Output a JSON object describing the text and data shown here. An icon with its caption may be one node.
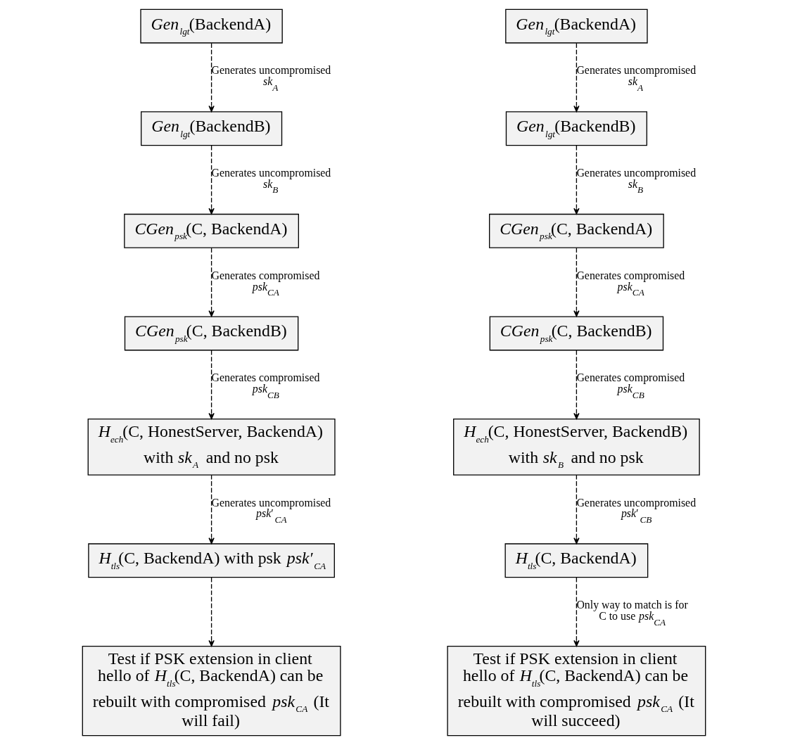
{
  "diagram": {
    "nodes": [
      {
        "text": [
          "*Gen*$_{lgt}$(BackendA)"
        ]
      },
      {
        "text": [
          "*Gen*$_{lgt}$(BackendB)"
        ]
      },
      {
        "text": [
          "*CGen*$_{psk}$(C, BackendA)"
        ]
      },
      {
        "text": [
          "*CGen*$_{psk}$(C, BackendB)"
        ]
      },
      {
        "text": [
          "*H*$_{ech}$(C, HonestServer, BackendA) with *sk*$_{A}$ and no psk"
        ]
      },
      {
        "text": [
          "*H*$_{tls}$(C, BackendA) with psk *psk*′$_{CA}$"
        ]
      },
      {
        "text": [
          "Test if PSK extension in client hello of *H*$_{tls}$(C, BackendA) can be rebuilt with compromised *psk*$_{CA}$ (It will fail)"
        ]
      },
      {
        "text": [
          "*Gen*$_{lgt}$(BackendA)"
        ]
      },
      {
        "text": [
          "*Gen*$_{lgt}$(BackendB)"
        ]
      },
      {
        "text": [
          "*CGen*$_{psk}$(C, BackendA)"
        ]
      },
      {
        "text": [
          "*CGen*$_{psk}$(C, BackendB)"
        ]
      },
      {
        "text": [
          "*H*$_{ech}$(C, HonestServer, BackendB) with *sk*$_{B}$ and no psk"
        ]
      },
      {
        "text": [
          "*H*$_{tls}$(C, BackendA)"
        ]
      },
      {
        "text": [
          "Test if PSK extension in client hello of *H*$_{tls}$(C, BackendA) can be rebuilt with compromised *psk*$_{CA}$ (It will succeed)"
        ]
      }
    ],
    "edges": [
      {
        "from": 0,
        "to": 1,
        "arrow": "to",
        "style": "dashed",
        "label": "Generates uncompromised *sk*$_{A}$"
      },
      {
        "from": 1,
        "to": 2,
        "arrow": "to",
        "style": "dashed",
        "label": "Generates uncompromised *sk*$_{B}$"
      },
      {
        "from": 2,
        "to": 3,
        "arrow": "to",
        "style": "dashed",
        "label": "Generates compromised *psk*$_{CA}$"
      },
      {
        "from": 3,
        "to": 4,
        "arrow": "to",
        "style": "dashed",
        "label": "Generates compromised *psk*$_{CB}$"
      },
      {
        "from": 4,
        "to": 5,
        "arrow": "to",
        "style": "dashed",
        "label": "Generates uncompromised *psk*′$_{CA}$"
      },
      {
        "from": 5,
        "to": 6,
        "arrow": "to",
        "style": "dashed"
      },
      {
        "from": 7,
        "to": 8,
        "arrow": "to",
        "style": "dashed",
        "label": "Generates uncompromised *sk*$_{A}$"
      },
      {
        "from": 8,
        "to": 9,
        "arrow": "to",
        "style": "dashed",
        "label": "Generates uncompromised *sk*$_{B}$"
      },
      {
        "from": 9,
        "to": 10,
        "arrow": "to",
        "style": "dashed",
        "label": "Generates compromised *psk*$_{CA}$"
      },
      {
        "from": 10,
        "to": 11,
        "arrow": "to",
        "style": "dashed",
        "label": "Generates compromised *psk*$_{CB}$"
      },
      {
        "from": 11,
        "to": 12,
        "arrow": "to",
        "style": "dashed",
        "label": "Generates uncompromised *psk*′$_{CB}$"
      },
      {
        "from": 12,
        "to": 13,
        "arrow": "to",
        "style": "dashed",
        "label": "Only way to match is for C to use *psk*$_{CA}$"
      }
    ]
  }
}
